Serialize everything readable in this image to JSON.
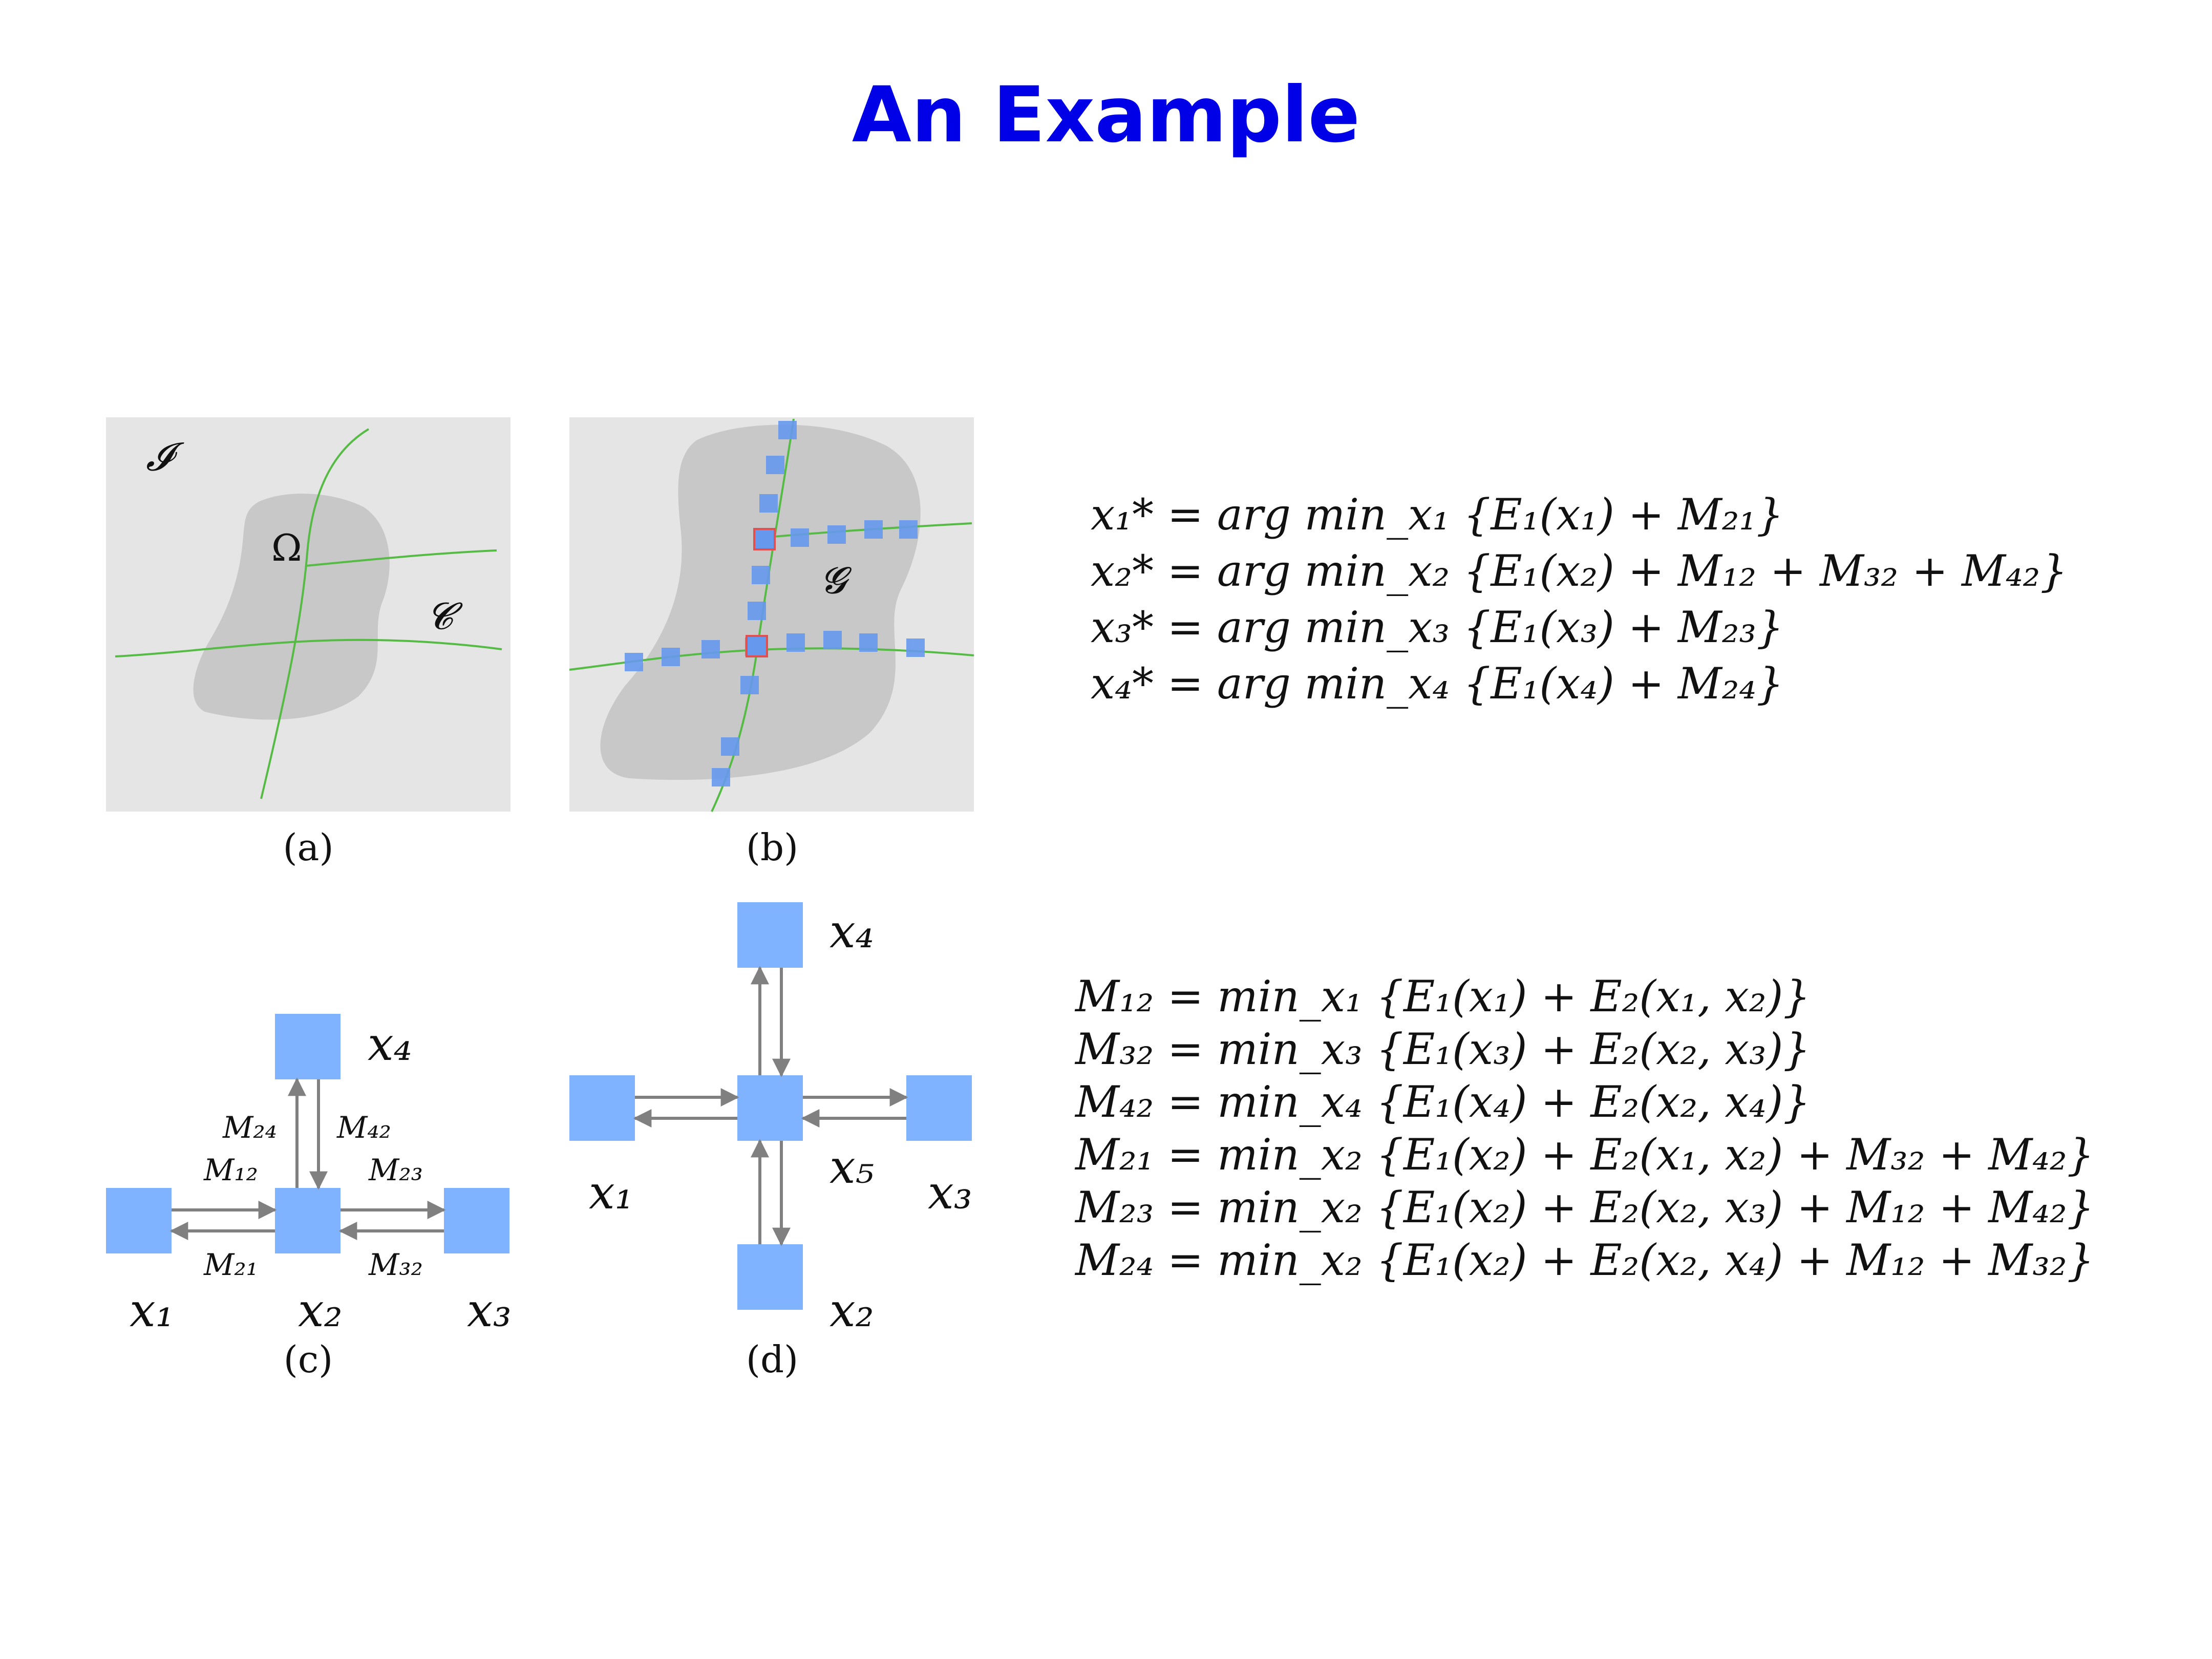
{
  "slide": {
    "title": "An Example"
  },
  "panels": {
    "a": {
      "caption": "(a)",
      "label_image": "𝓘",
      "label_region": "Ω",
      "label_curves": "𝓒"
    },
    "b": {
      "caption": "(b)",
      "label_graph": "𝓖"
    },
    "c": {
      "caption": "(c)",
      "nodes": [
        "x₁",
        "x₂",
        "x₃",
        "x₄"
      ],
      "messages": {
        "m24": "M₂₄",
        "m42": "M₄₂",
        "m12": "M₁₂",
        "m23": "M₂₃",
        "m21": "M₂₁",
        "m32": "M₃₂"
      }
    },
    "d": {
      "caption": "(d)",
      "nodes": [
        "x₄",
        "x₁",
        "x₅",
        "x₃",
        "x₂"
      ]
    }
  },
  "equations_top": [
    "x₁* = arg min_x₁ {E₁(x₁) + M₂₁}",
    "x₂* = arg min_x₂ {E₁(x₂) + M₁₂ + M₃₂ + M₄₂}",
    "x₃* = arg min_x₃ {E₁(x₃) + M₂₃}",
    "x₄* = arg min_x₄ {E₁(x₄) + M₂₄}"
  ],
  "equations_bottom": [
    "M₁₂ = min_x₁ {E₁(x₁) + E₂(x₁, x₂)}",
    "M₃₂ = min_x₃ {E₁(x₃) + E₂(x₂, x₃)}",
    "M₄₂ = min_x₄ {E₁(x₄) + E₂(x₂, x₄)}",
    "M₂₁ = min_x₂ {E₁(x₂) + E₂(x₁, x₂) + M₃₂ + M₄₂}",
    "M₂₃ = min_x₂ {E₁(x₂) + E₂(x₂, x₃) + M₁₂ + M₄₂}",
    "M₂₄ = min_x₂ {E₁(x₂) + E₂(x₂, x₄) + M₁₂ + M₃₂}"
  ],
  "colors": {
    "title": "#0000e6",
    "node": "#80b3ff",
    "curve": "#55bb44",
    "panel_bg": "#e5e5e5",
    "region": "#c8c8c8",
    "arrow": "#808080",
    "highlight": "#e05050"
  }
}
